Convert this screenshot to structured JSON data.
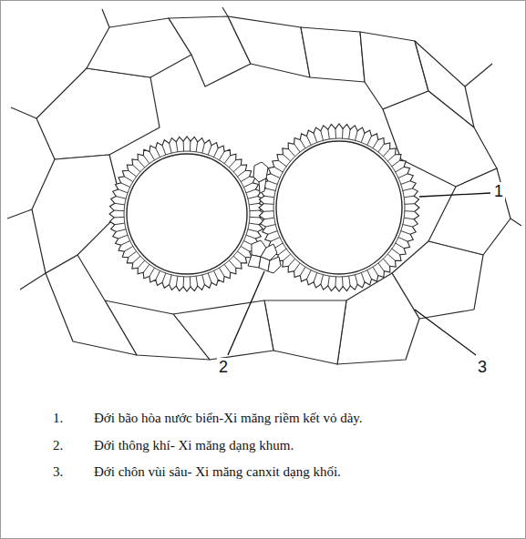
{
  "diagram": {
    "labels": [
      "1",
      "2",
      "3",
      "1.",
      "Đới bão hòa nước biển-Xi măng riềm kết vỏ dày.",
      "2.",
      "Đới thông khí- Xi măng dạng khum.",
      "3.",
      "Đới chôn vùi sâu- Xi măng canxit dạng khối."
    ]
  }
}
